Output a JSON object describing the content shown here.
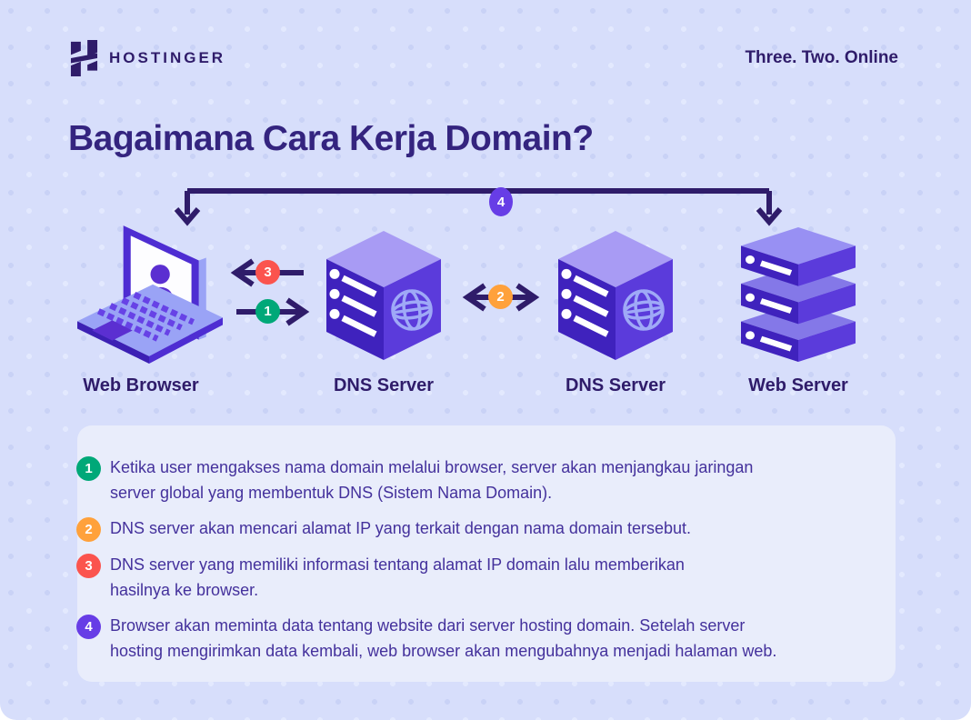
{
  "header": {
    "brand": "HOSTINGER",
    "tagline": "Three. Two. Online"
  },
  "title": "Bagaimana Cara Kerja Domain?",
  "diagram": {
    "nodes": [
      {
        "id": "web-browser",
        "label": "Web Browser"
      },
      {
        "id": "dns-server-1",
        "label": "DNS Server"
      },
      {
        "id": "dns-server-2",
        "label": "DNS Server"
      },
      {
        "id": "web-server",
        "label": "Web Server"
      }
    ],
    "arrows": [
      {
        "number": "1",
        "color": "#00a878",
        "direction": "right",
        "from": "web-browser",
        "to": "dns-server-1"
      },
      {
        "number": "2",
        "color": "#ffa13b",
        "direction": "both",
        "from": "dns-server-1",
        "to": "dns-server-2"
      },
      {
        "number": "3",
        "color": "#fb544e",
        "direction": "left",
        "from": "dns-server-1",
        "to": "web-browser"
      },
      {
        "number": "4",
        "color": "#673de6",
        "direction": "down-both",
        "from": "web-browser",
        "to": "web-server"
      }
    ]
  },
  "steps": [
    {
      "number": "1",
      "color": "#00a878",
      "text": "Ketika user mengakses nama domain melalui browser, server akan menjangkau jaringan\nserver global yang membentuk DNS (Sistem Nama Domain)."
    },
    {
      "number": "2",
      "color": "#ffa13b",
      "text": "DNS server akan mencari alamat IP yang terkait dengan nama domain tersebut."
    },
    {
      "number": "3",
      "color": "#fb544e",
      "text": "DNS server yang memiliki informasi tentang alamat IP domain lalu memberikan\nhasilnya ke browser."
    },
    {
      "number": "4",
      "color": "#673de6",
      "text": "Browser akan meminta data tentang website dari server hosting domain. Setelah server\nhosting mengirimkan data kembali, web browser akan mengubahnya menjadi halaman web."
    }
  ],
  "colors": {
    "background": "#d7defb",
    "panel": "#e9edfb",
    "dark_text": "#2f1c6a",
    "title_text": "#34247f",
    "body_text": "#44319c",
    "brand_purple": "#673de6",
    "badge_green": "#00a878",
    "badge_orange": "#ffa13b",
    "badge_red": "#fb544e",
    "icon_dark_purple": "#3f22bd",
    "icon_mid_purple": "#5b3bdb",
    "icon_light_purple": "#a89bf4"
  }
}
